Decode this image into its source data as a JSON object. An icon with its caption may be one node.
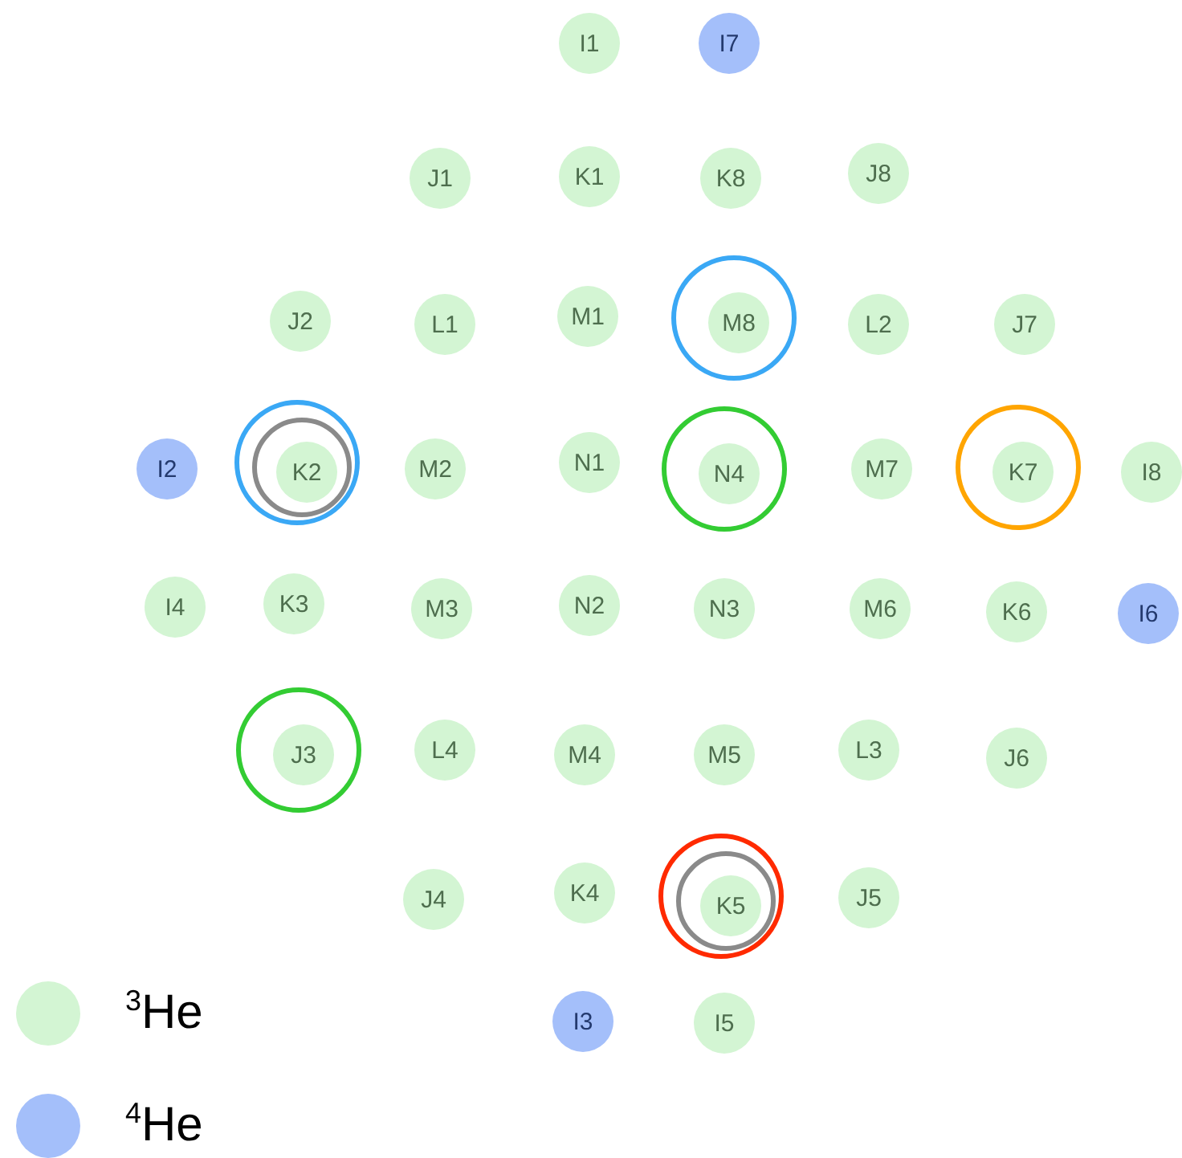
{
  "diagram": {
    "nodes": [
      {
        "text": [
          "I1"
        ]
      },
      {
        "text": [
          "I7"
        ]
      },
      {
        "text": [
          "J1"
        ]
      },
      {
        "text": [
          "K1"
        ]
      },
      {
        "text": [
          "K8"
        ]
      },
      {
        "text": [
          "J8"
        ]
      },
      {
        "text": [
          "J2"
        ]
      },
      {
        "text": [
          "L1"
        ]
      },
      {
        "text": [
          "M1"
        ]
      },
      {
        "text": [],
        "shape": "circle"
      },
      {
        "text": [
          "M8"
        ],
        "in": 9
      },
      {
        "text": [
          "L2"
        ]
      },
      {
        "text": [
          "J7"
        ]
      },
      {
        "text": [
          "I2"
        ]
      },
      {
        "text": [],
        "shape": "circle"
      },
      {
        "text": [],
        "shape": "circle",
        "in": 14
      },
      {
        "text": [
          "K2"
        ],
        "in": 15
      },
      {
        "text": [
          "M2"
        ]
      },
      {
        "text": [
          "N1"
        ]
      },
      {
        "text": [],
        "shape": "circle"
      },
      {
        "text": [
          "N4"
        ],
        "in": 19
      },
      {
        "text": [
          "M7"
        ]
      },
      {
        "text": [],
        "shape": "circle"
      },
      {
        "text": [
          "K7"
        ],
        "in": 22
      },
      {
        "text": [
          "I8"
        ]
      },
      {
        "text": [
          "I4"
        ]
      },
      {
        "text": [
          "K3"
        ]
      },
      {
        "text": [
          "M3"
        ]
      },
      {
        "text": [
          "N2"
        ]
      },
      {
        "text": [
          "N3"
        ]
      },
      {
        "text": [
          "M6"
        ]
      },
      {
        "text": [
          "K6"
        ]
      },
      {
        "text": [
          "I6"
        ]
      },
      {
        "text": [],
        "shape": "circle"
      },
      {
        "text": [
          "J3"
        ],
        "in": 33
      },
      {
        "text": [
          "L4"
        ]
      },
      {
        "text": [
          "M4"
        ]
      },
      {
        "text": [
          "M5"
        ]
      },
      {
        "text": [
          "L3"
        ]
      },
      {
        "text": [
          "J6"
        ]
      },
      {
        "text": [
          "J4"
        ]
      },
      {
        "text": [
          "K4"
        ]
      },
      {
        "text": [],
        "shape": "circle"
      },
      {
        "text": [],
        "shape": "circle",
        "in": 42
      },
      {
        "text": [
          "K5"
        ],
        "in": 43
      },
      {
        "text": [
          "J5"
        ]
      },
      {
        "text": [
          "I3"
        ]
      },
      {
        "text": [
          "I5"
        ]
      }
    ],
    "legend": [
      {
        "text": "$^{3}$He",
        "color": "#d3f5d3"
      },
      {
        "text": "$^{4}$He",
        "color": "#a4bffa"
      }
    ]
  }
}
